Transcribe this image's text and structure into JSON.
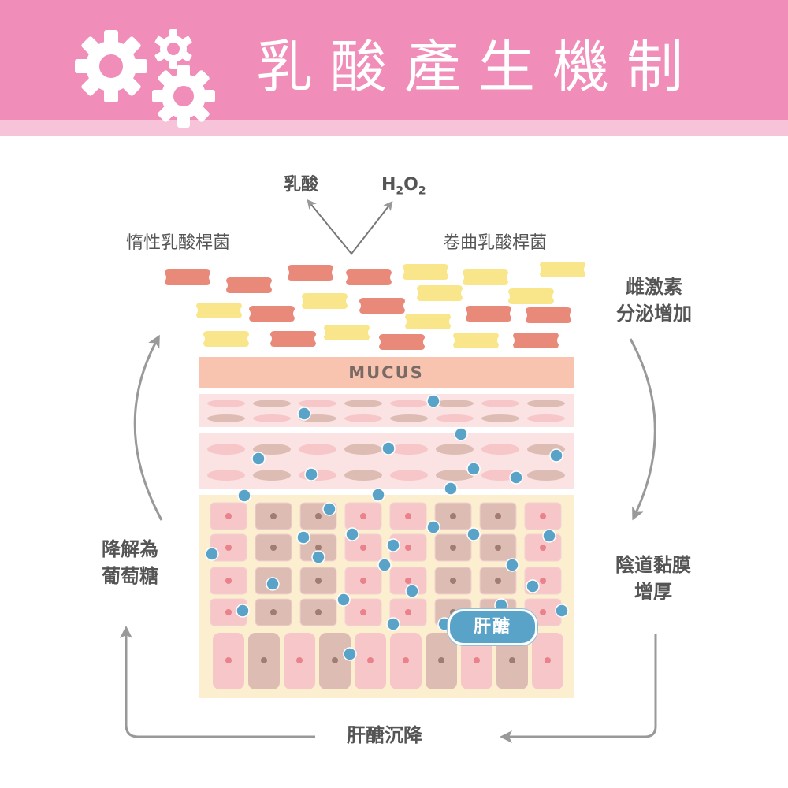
{
  "title": "乳酸產生機制",
  "labels": {
    "lactic_acid": "乳酸",
    "h2o2_base_1": "H",
    "h2o2_sub_1": "2",
    "h2o2_base_2": "O",
    "h2o2_sub_2": "2",
    "inert_lactobacillus": "惰性乳酸桿菌",
    "crispatus_lactobacillus": "卷曲乳酸桿菌",
    "estrogen_line1": "雌激素",
    "estrogen_line2": "分泌增加",
    "mucosa_line1": "陰道黏膜",
    "mucosa_line2": "增厚",
    "glycogen_deposition": "肝醣沉降",
    "glucose_line1": "降解為",
    "glucose_line2": "葡萄糖",
    "mucus": "MUCUS",
    "glycogen": "肝醣"
  },
  "colors": {
    "header": "#f08db8",
    "header_strip": "#f7c3d8",
    "bacteria_salmon": "#e8897a",
    "bacteria_yellow": "#f9e68a",
    "mucus_band": "#f8c4b0",
    "epithelial_band": "#fbe3e3",
    "cell_pink": "#f6c6c9",
    "cell_brown": "#ddbcb4",
    "tissue_bg": "#fcefcf",
    "glycogen_dot": "#5aa3c8",
    "arrow_gray": "#999999"
  },
  "icons": [
    "gears-icon"
  ]
}
